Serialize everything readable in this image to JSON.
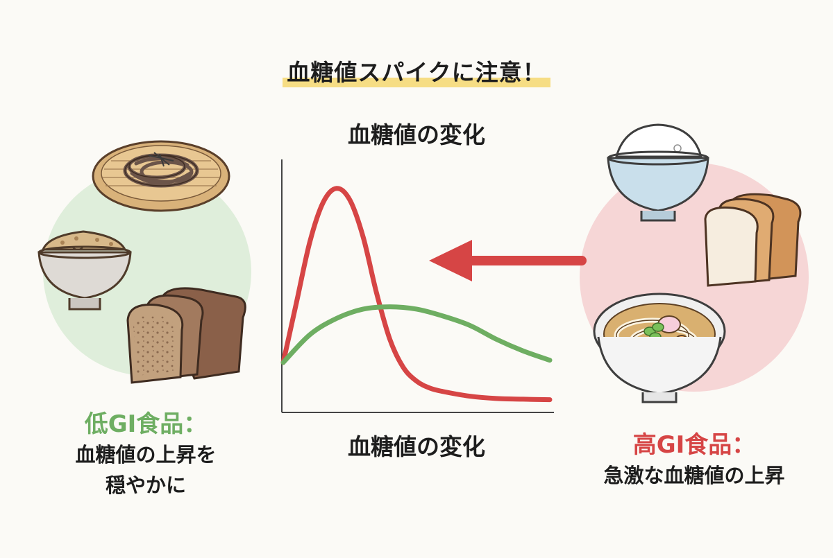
{
  "title": "血糖値スパイクに注意！",
  "chart": {
    "title": "血糖値の変化",
    "axis_caption": "血糖値の変化"
  },
  "low_gi": {
    "heading": "低GI食品：",
    "lines": [
      "血糖値の上昇を",
      "穏やかに"
    ],
    "color": "#6eae62",
    "foods": [
      "soba-icon",
      "brown-rice-bowl-icon",
      "whole-wheat-bread-icon"
    ]
  },
  "high_gi": {
    "heading": "高GI食品：",
    "lines": [
      "急激な血糖値の上昇"
    ],
    "color": "#d64545",
    "foods": [
      "white-rice-bowl-icon",
      "white-bread-icon",
      "udon-bowl-icon"
    ]
  },
  "chart_data": {
    "type": "line",
    "xlabel": "血糖値の変化",
    "ylabel": "",
    "xlim": [
      0,
      10
    ],
    "ylim": [
      0,
      10
    ],
    "grid": false,
    "series": [
      {
        "color": "#d64545",
        "x": [
          0,
          0.5,
          1,
          1.5,
          2,
          2.5,
          3,
          3.5,
          4,
          4.5,
          5,
          5.5,
          6,
          7,
          8,
          9,
          10
        ],
        "y": [
          2.0,
          4.6,
          7.2,
          8.9,
          9.5,
          9.0,
          7.4,
          5.0,
          3.0,
          1.8,
          1.2,
          0.9,
          0.75,
          0.55,
          0.45,
          0.42,
          0.4
        ]
      },
      {
        "color": "#6eae62",
        "x": [
          0,
          1,
          2,
          3,
          4,
          5,
          6,
          7,
          8,
          9,
          10
        ],
        "y": [
          2.0,
          3.2,
          3.9,
          4.3,
          4.4,
          4.3,
          4.0,
          3.6,
          3.0,
          2.5,
          2.1
        ]
      }
    ]
  }
}
